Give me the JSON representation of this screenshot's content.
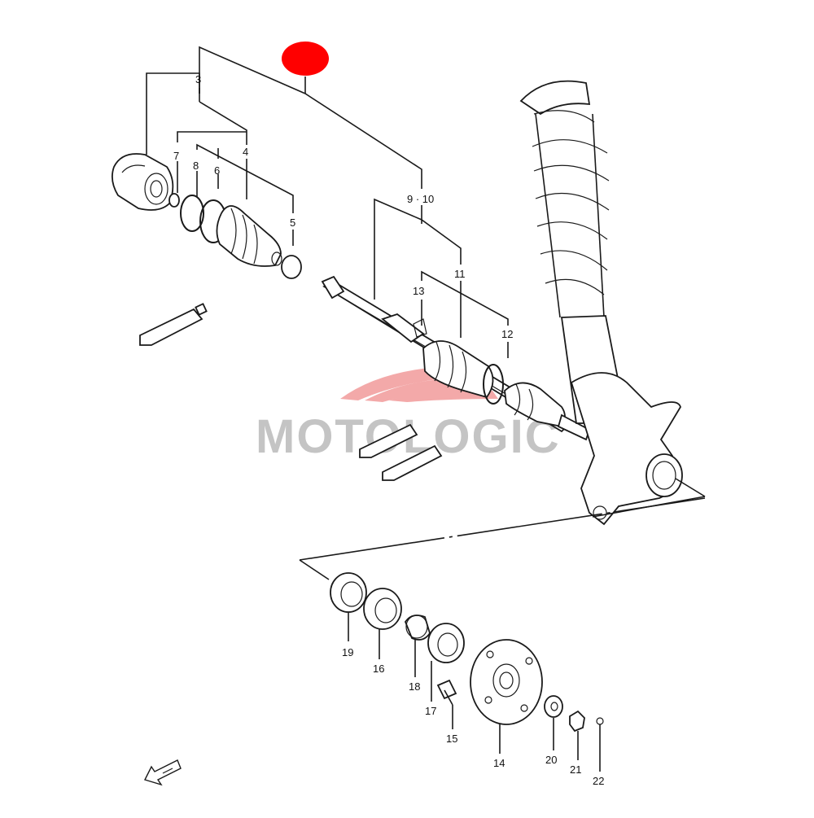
{
  "diagram": {
    "watermark": "MOTOLOGIC",
    "colors": {
      "marker": "#ff0000",
      "watermark_text": "#c4c4c4",
      "watermark_logo": "#f2a0a0",
      "ink": "#1a1a1a"
    },
    "callouts": {
      "p3": "3",
      "p4": "4",
      "p5": "5",
      "p6": "6",
      "p7": "7",
      "p8": "8",
      "p9_10": "9 · 10",
      "p11": "11",
      "p12": "12",
      "p13": "13",
      "p14": "14",
      "p15": "15",
      "p16": "16",
      "p17": "17",
      "p18": "18",
      "p19": "19",
      "p20": "20",
      "p21": "21",
      "p22": "22"
    },
    "icons": {
      "marker": "red-dot-marker",
      "front": "front-arrow-icon"
    }
  }
}
